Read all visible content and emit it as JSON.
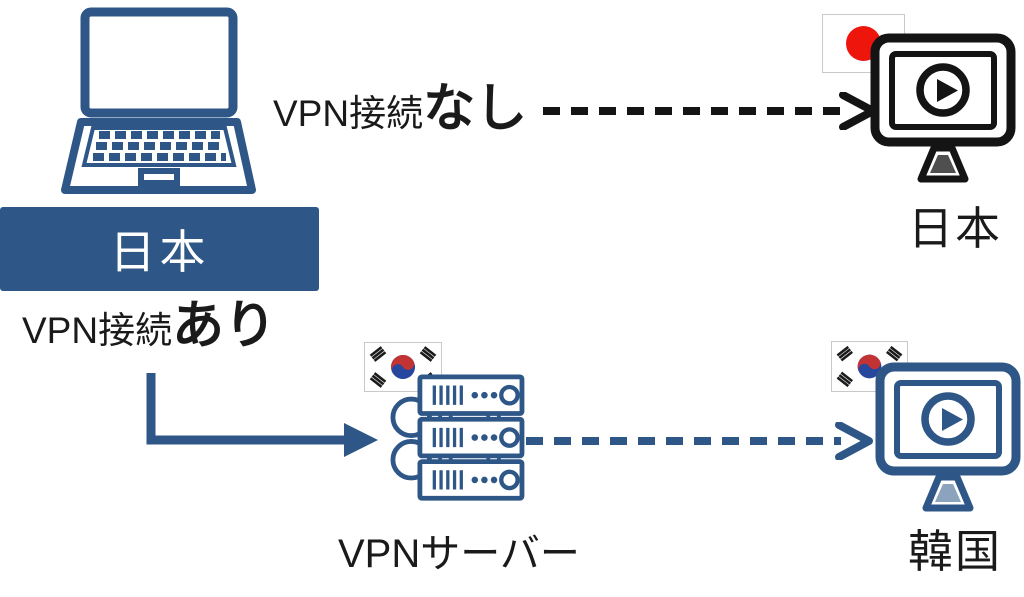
{
  "colors": {
    "diagram_blue": "#2e5787",
    "arrow_black": "#141414",
    "japan_flag_red": "#ee150d",
    "korea_flag_red": "#c23334",
    "korea_flag_blue": "#27479e",
    "background": "#ffffff"
  },
  "source": {
    "device_icon": "laptop",
    "banner_label": "日本"
  },
  "paths": {
    "no_vpn": {
      "prefix": "VPN接続",
      "emphasis": "なし",
      "arrow_style": "black-dashed",
      "destination_flag": "japan",
      "destination_label": "日本"
    },
    "vpn": {
      "prefix": "VPN接続",
      "emphasis": "あり",
      "arrow_style": "blue-solid-elbow-then-blue-dashed",
      "server_flag": "korea",
      "server_label": "VPNサーバー",
      "destination_flag": "korea",
      "destination_label": "韓国"
    }
  }
}
